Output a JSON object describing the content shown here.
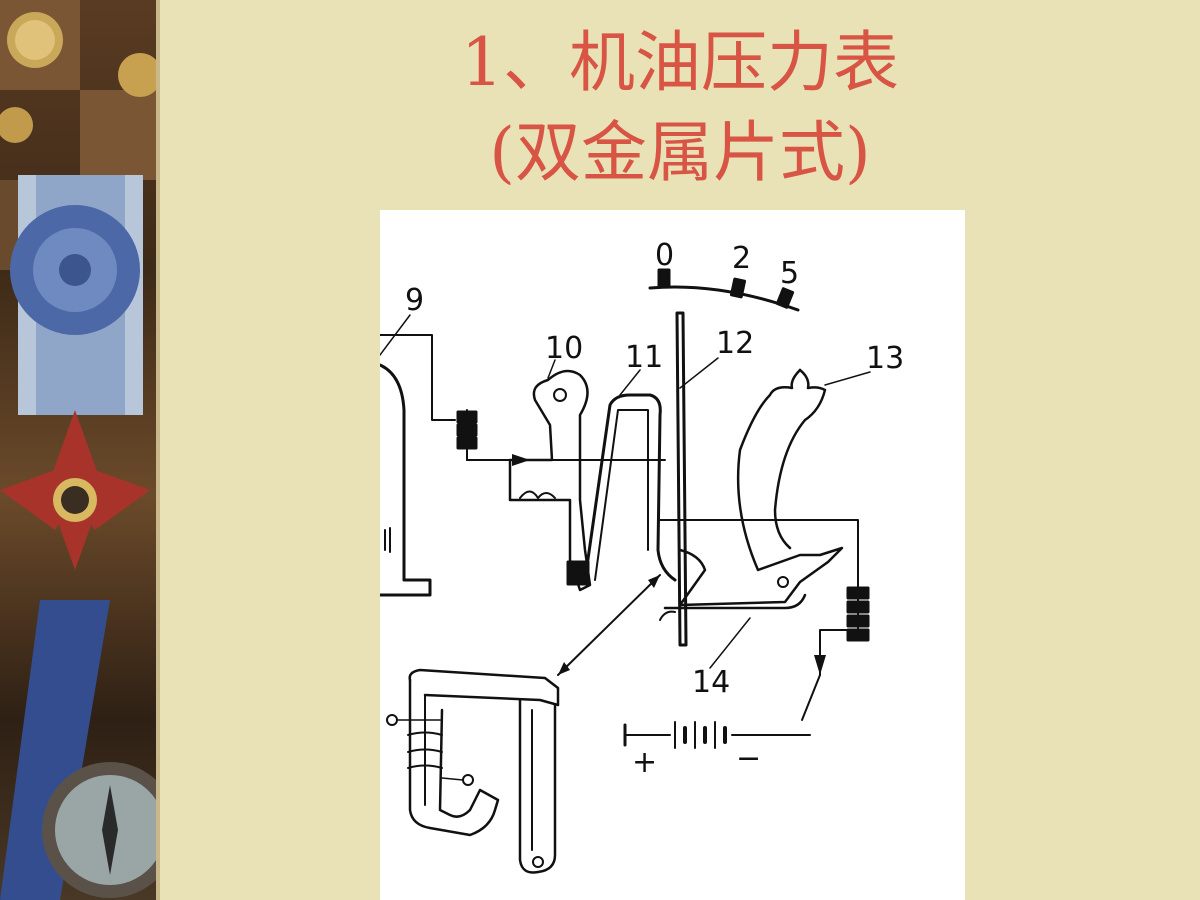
{
  "title": {
    "line1": "1、机油压力表",
    "line2": "(双金属片式)"
  },
  "diagram": {
    "scale_labels": [
      "0",
      "2",
      "5"
    ],
    "part_labels": [
      "9",
      "10",
      "11",
      "12",
      "13",
      "14"
    ],
    "battery": {
      "plus": "+",
      "minus": "−"
    }
  },
  "colors": {
    "background": "#e9e2b6",
    "title": "#d85545",
    "panel": "#ffffff",
    "ink": "#111111"
  }
}
